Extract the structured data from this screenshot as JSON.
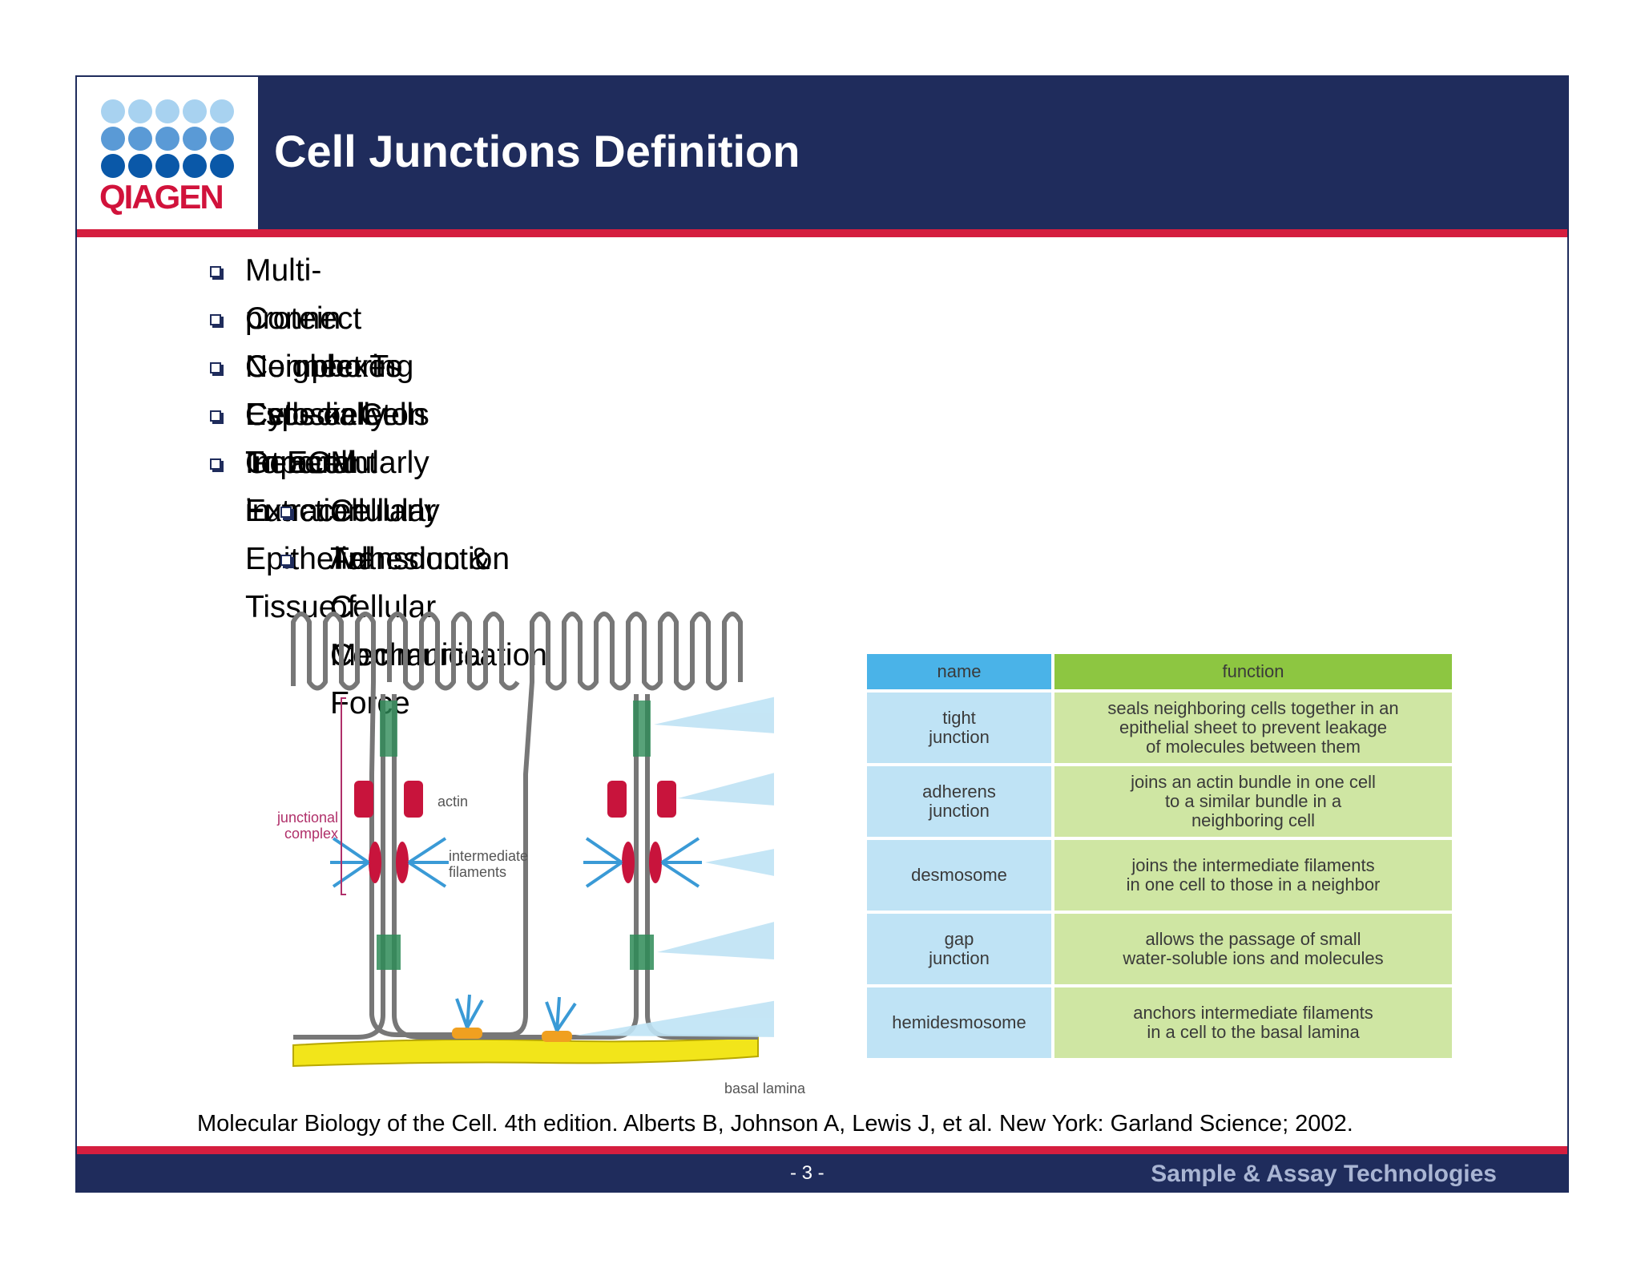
{
  "header": {
    "title": "Cell Junctions Definition",
    "logo_text": "QIAGEN",
    "logo_dot_colors": [
      "#a8d2f0",
      "#5a9ad6",
      "#0a58a8"
    ]
  },
  "bullets": [
    {
      "level": 1,
      "text": "Multi-protein Complexes"
    },
    {
      "level": 1,
      "text": "Connect Neighboring Cells or Cells To ECM Extracellularly"
    },
    {
      "level": 1,
      "text": "Connect To Cytoskeleton Intracellularly"
    },
    {
      "level": 1,
      "text": "Especially Important in Epithelial Tissue"
    },
    {
      "level": 1,
      "text": "General Function"
    },
    {
      "level": 2,
      "text": "Cellular Adhesion & Cellular Communication"
    },
    {
      "level": 2,
      "text": "Transduction of Mechanical Force"
    }
  ],
  "figure": {
    "labels": {
      "junctional_complex_1": "junctional",
      "junctional_complex_2": "complex",
      "actin": "actin",
      "intermediate_1": "intermediate",
      "intermediate_2": "filaments",
      "basal_lamina": "basal lamina"
    },
    "table": {
      "header": {
        "name": "name",
        "function": "function"
      },
      "rows": [
        {
          "name": [
            "tight",
            "junction"
          ],
          "function": [
            "seals neighboring cells together in an",
            "epithelial sheet to prevent leakage",
            "of molecules between them"
          ]
        },
        {
          "name": [
            "adherens",
            "junction"
          ],
          "function": [
            "joins an actin bundle in one cell",
            "to a similar bundle in a",
            "neighboring cell"
          ]
        },
        {
          "name": [
            "desmosome"
          ],
          "function": [
            "joins the intermediate filaments",
            "in one cell to those in a neighbor"
          ]
        },
        {
          "name": [
            "gap",
            "junction"
          ],
          "function": [
            "allows the passage of small",
            "water-soluble ions and molecules"
          ]
        },
        {
          "name": [
            "hemidesmosome"
          ],
          "function": [
            "anchors intermediate filaments",
            "in a cell to the basal lamina"
          ]
        }
      ]
    },
    "colors": {
      "header_name": "#4ab3e8",
      "header_function": "#8dc641",
      "cell_name": "#bfe3f5",
      "cell_function": "#cfe6a3",
      "tight_junction": "#2e8b57",
      "actin": "#c8143c",
      "filaments": "#3a9ad6",
      "basal_lamina": "#f2e51a"
    }
  },
  "citation": "Molecular Biology of the Cell. 4th edition. Alberts B, Johnson A, Lewis J, et al. New York: Garland Science; 2002.",
  "footer": {
    "page_number": "- 3 -",
    "tagline": "Sample & Assay Technologies"
  }
}
